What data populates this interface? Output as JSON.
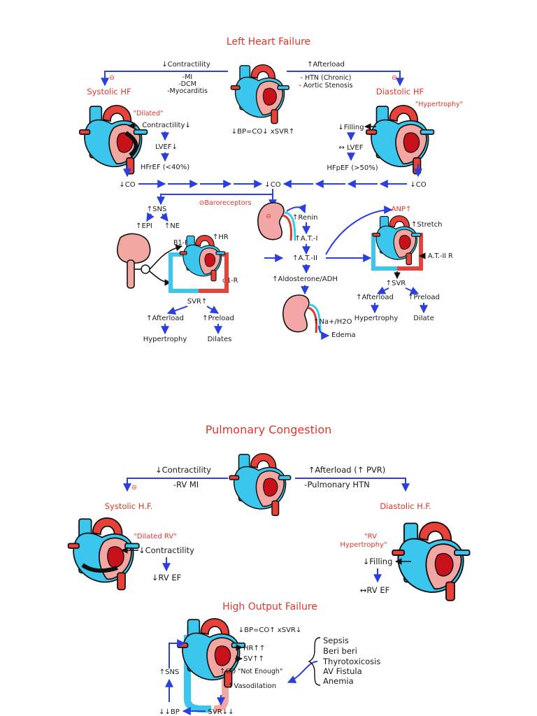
{
  "left_heart_failure": {
    "title": "Left Heart Failure",
    "contractility": "↓Contractility",
    "causes": [
      "-MI",
      "-DCM",
      "-Myocarditis"
    ],
    "afterload": "↑Afterload",
    "afterload_causes": [
      "- HTN (Chronic)",
      "- Aortic Stenosis"
    ],
    "bp_formula": "↓BP=CO↓ xSVR↑",
    "systolic_title": "Systolic HF",
    "diastolic_title": "Diastolic HF",
    "dilated_label": "\"Dilated\"",
    "hypertrophy_label": "\"Hypertrophy\"",
    "sys_contractility": "Contractility↓",
    "sys_lvef": "LVEF↓",
    "sys_hfref": "HFrEF (<40%)",
    "dia_filling": "↓Filling",
    "dia_lvef": "↔ LVEF",
    "dia_hfpef": "HFpEF (>50%)",
    "co_left": "↓CO",
    "co_center": "↓CO",
    "co_right": "↓CO",
    "minus_sign": "⊖",
    "baroreceptors": "⊖Baroreceptors",
    "sns": "↑SNS",
    "epi": "↑EPI",
    "ne": "↑NE",
    "b1r": "B1-R",
    "hr": "↑HR",
    "a1r": "α1-R",
    "svr_left": "SVR↑",
    "afterload_left": "↑Afterload",
    "preload_left": "↑Preload",
    "hypertrophy_left": "Hypertrophy",
    "dilates_left": "Dilates",
    "renin": "↑Renin",
    "at1": "↑A.T.-I",
    "at2": "↑A.T.-II",
    "aldosterone": "↑Aldosterone/ADH",
    "na_h2o": "↑Na+/H2O",
    "edema": "Edema",
    "anp": "ANP↑",
    "stretch": "↑Stretch",
    "at2r": "A.T.-II R",
    "svr_right": "↑SVR",
    "afterload_right": "↑Afterload",
    "preload_right": "↑Preload",
    "hypertrophy_right": "Hypertrophy",
    "dilate_right": "Dilate"
  },
  "pulmonary_congestion": {
    "title": "Pulmonary Congestion",
    "contractility": "↓Contractility",
    "cause": "-RV MI",
    "afterload": "↑Afterload (↑ PVR)",
    "afterload_cause": "-Pulmonary HTN",
    "systolic_title": "Systolic H.F.",
    "diastolic_title": "Diastolic H.F.",
    "dilated_label": "\"Dilated RV\"",
    "hypertrophy_label_1": "\"RV",
    "hypertrophy_label_2": "Hypertrophy\"",
    "sys_contractility": "↓Contractility",
    "sys_rvef": "↓RV EF",
    "dia_filling": "↓Filling",
    "dia_rvef": "↔RV EF",
    "minus_sign": "⊖"
  },
  "high_output_failure": {
    "title": "High Output Failure",
    "bp_formula": "↓BP=CO↑ xSVR↓",
    "hr": "HR↑↑",
    "sv": "SV↑↑",
    "co": "↑CO",
    "not_enough": "\"Not Enough\"",
    "vasodilation": "↑Vasodilation",
    "sns": "↑SNS",
    "bp": "↓↓BP",
    "svr": "SVR↓↓",
    "causes": [
      "Sepsis",
      "Beri beri",
      "Thyrotoxicosis",
      "AV Fistula",
      "Anemia"
    ]
  },
  "colors": {
    "arrow": "#2b3fe0",
    "title": "#e0362c",
    "vein": "#3bc6ee",
    "artery": "#e8413a",
    "myocardium": "#f3a7a3"
  }
}
